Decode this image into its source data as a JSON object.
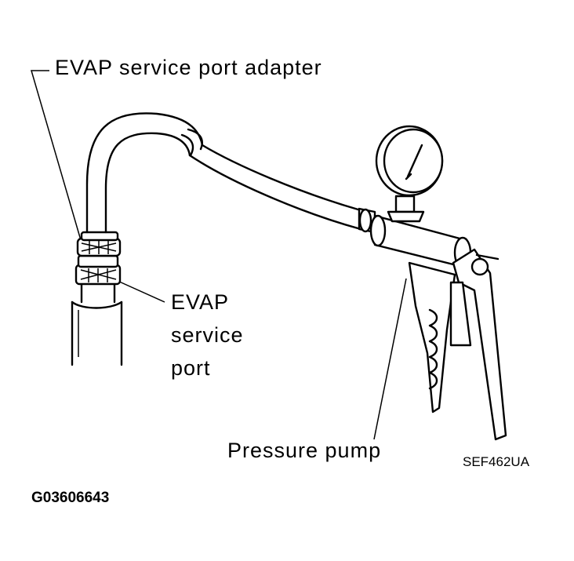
{
  "labels": {
    "adapter": "EVAP service port adapter",
    "port_line1": "EVAP",
    "port_line2": "service",
    "port_line3": "port",
    "pump": "Pressure pump",
    "ref_code": "SEF462UA",
    "doc_code": "G03606643"
  },
  "colors": {
    "ink": "#000000",
    "paper": "#ffffff"
  }
}
